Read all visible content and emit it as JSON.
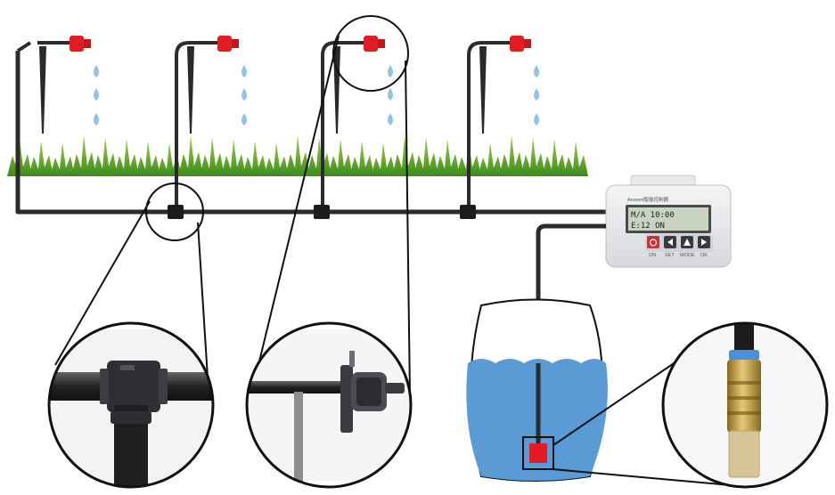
{
  "controller": {
    "brand": "Anseed智能控制器",
    "lcd_lines": [
      "M/A   10:00",
      "E:12  ON"
    ],
    "buttons": [
      {
        "icon": "power-icon",
        "label": "ON"
      },
      {
        "icon": "left-arrow-icon",
        "label": "SET"
      },
      {
        "icon": "up-arrow-icon",
        "label": "MODE"
      },
      {
        "icon": "right-arrow-icon",
        "label": "OK"
      }
    ]
  },
  "colors": {
    "water": "#5a9bd5",
    "grass_dark": "#3f8a1e",
    "grass_light": "#8cc63f",
    "pipe": "#2b2b2b",
    "emitter": "#e31b23",
    "droplet": "#8fc4e8",
    "filter_brass": "#c9a34a"
  },
  "emitters": [
    {
      "id": 1
    },
    {
      "id": 2
    },
    {
      "id": 3
    },
    {
      "id": 4
    }
  ],
  "zoom_views": [
    "tee-connector-detail",
    "dripper-detail",
    "filter-detail"
  ]
}
